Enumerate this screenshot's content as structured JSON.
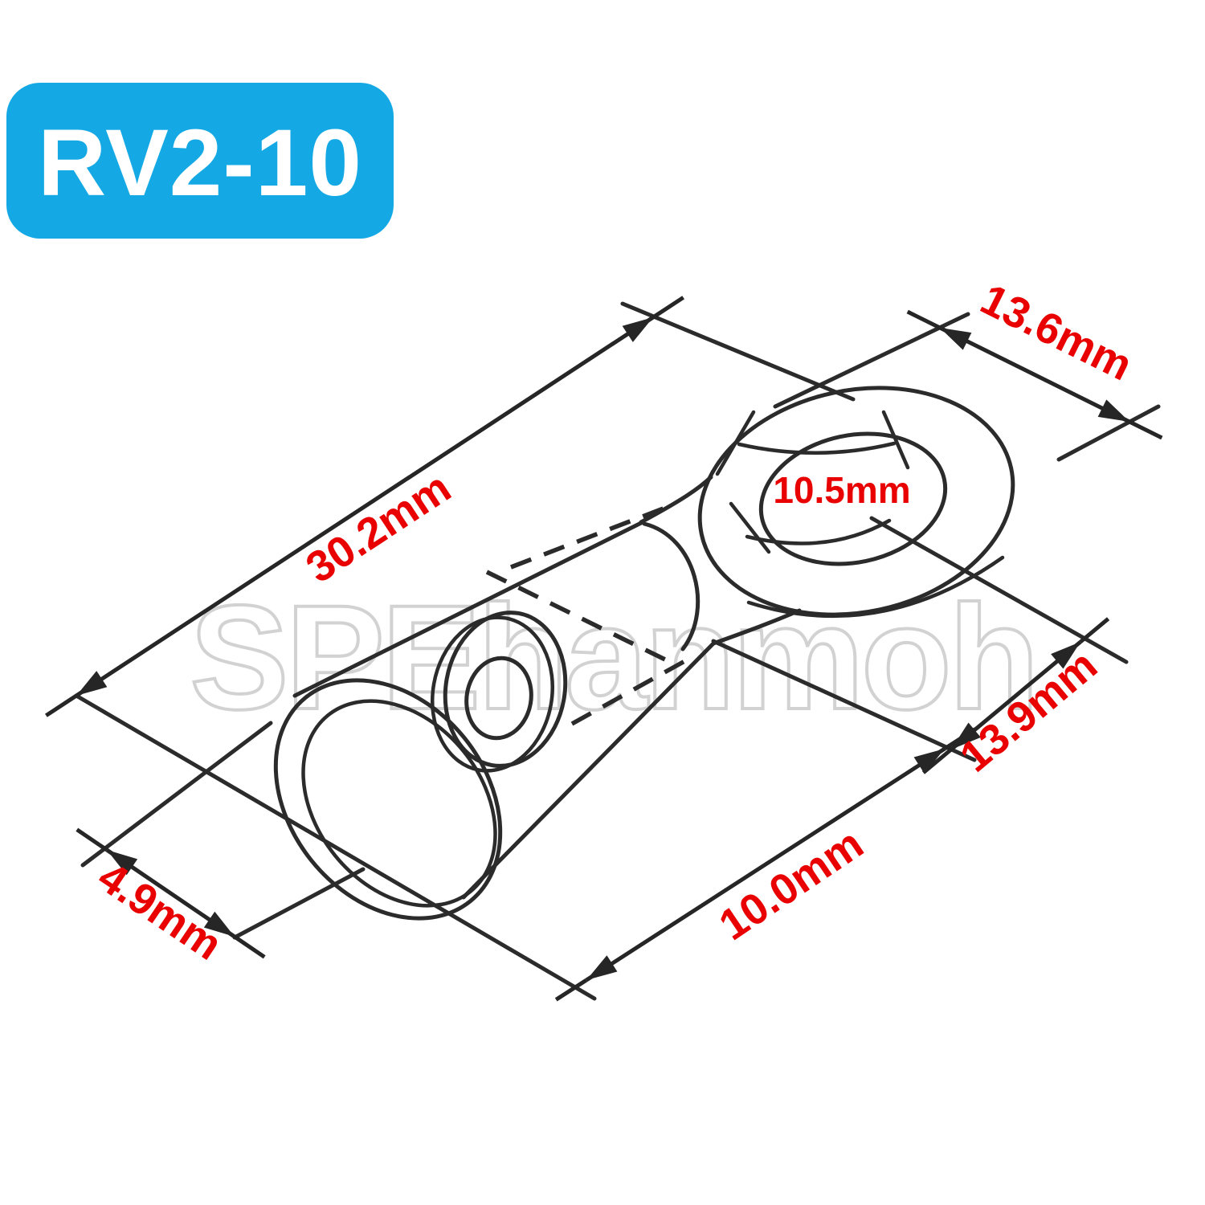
{
  "badge": {
    "label": "RV2-10",
    "bg_color": "#14a9e4",
    "text_color": "#ffffff"
  },
  "watermark": {
    "text": "SPEhanmoh"
  },
  "diagram": {
    "type": "technical-dimension-drawing",
    "subject": "ring-terminal-connector",
    "part_number": "RV2-10",
    "dims": [
      {
        "name": "overall-length",
        "label": "30.2mm",
        "value_mm": 30.2
      },
      {
        "name": "ring-outer-width",
        "label": "13.6mm",
        "value_mm": 13.6
      },
      {
        "name": "ring-hole-diameter",
        "label": "10.5mm",
        "value_mm": 10.5
      },
      {
        "name": "ring-section-length",
        "label": "13.9mm",
        "value_mm": 13.9
      },
      {
        "name": "barrel-length",
        "label": "10.0mm",
        "value_mm": 10.0
      },
      {
        "name": "sleeve-entry-width",
        "label": "4.9mm",
        "value_mm": 4.9
      }
    ],
    "line_color": "#2b2b2b",
    "label_color": "#e90000"
  }
}
